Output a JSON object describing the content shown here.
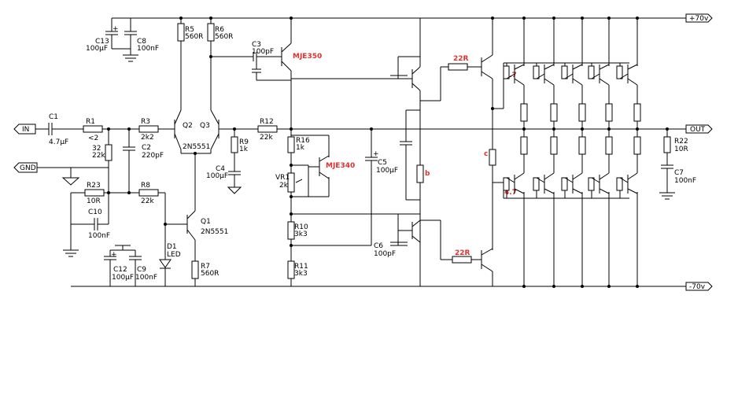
{
  "rails": {
    "pos": "+70v",
    "neg": "-70v",
    "out": "OUT",
    "in": "IN",
    "gnd": "GND"
  },
  "parts": {
    "c13": "C13",
    "c13v": "100µF",
    "c8": "C8",
    "c8v": "100nF",
    "r5": "R5",
    "r5v": "560R",
    "r6": "R6",
    "r6v": "560R",
    "c3": "C3",
    "c3v": "100pF",
    "mje350": "MJE350",
    "c1": "C1",
    "c1v": "4.7µF",
    "r1": "R1",
    "r1v": "<2",
    "r3": "R3",
    "r3v": "2k2",
    "q2": "Q2",
    "q3": "Q3",
    "q23type": "2N5551",
    "r12": "R12",
    "r12v": "22k",
    "r32": "32",
    "r32v": "22k",
    "c2": "C2",
    "c2v": "220pF",
    "r9": "R9",
    "r9v": "1k",
    "c4": "C4",
    "c4v": "100µF",
    "r16": "R16",
    "r16v": "1k",
    "mje340": "MJE340",
    "vr1": "VR1",
    "vr1v": "2k",
    "c5": "C5",
    "c5v": "100µF",
    "r23": "R23",
    "r23v": "10R",
    "r8": "R8",
    "r8v": "22k",
    "c10": "C10",
    "c10v": "100nF",
    "q1": "Q1",
    "q1type": "2N5551",
    "d1": "D1",
    "d1v": "LED",
    "r7": "R7",
    "r7v": "560R",
    "c12": "C12",
    "c12v": "100µF",
    "c9": "C9",
    "c9v": "100nF",
    "r10": "R10",
    "r10v": "3k3",
    "r11": "R11",
    "r11v": "3k3",
    "c6": "C6",
    "c6v": "100pF",
    "r22": "R22",
    "r22v": "10R",
    "c7": "C7",
    "c7v": "100nF"
  },
  "annotations": {
    "drv_top": "22R",
    "drv_bot": "22R",
    "b": "b",
    "c": "c",
    "out_top": "4.7",
    "out_bot": "4.7"
  }
}
